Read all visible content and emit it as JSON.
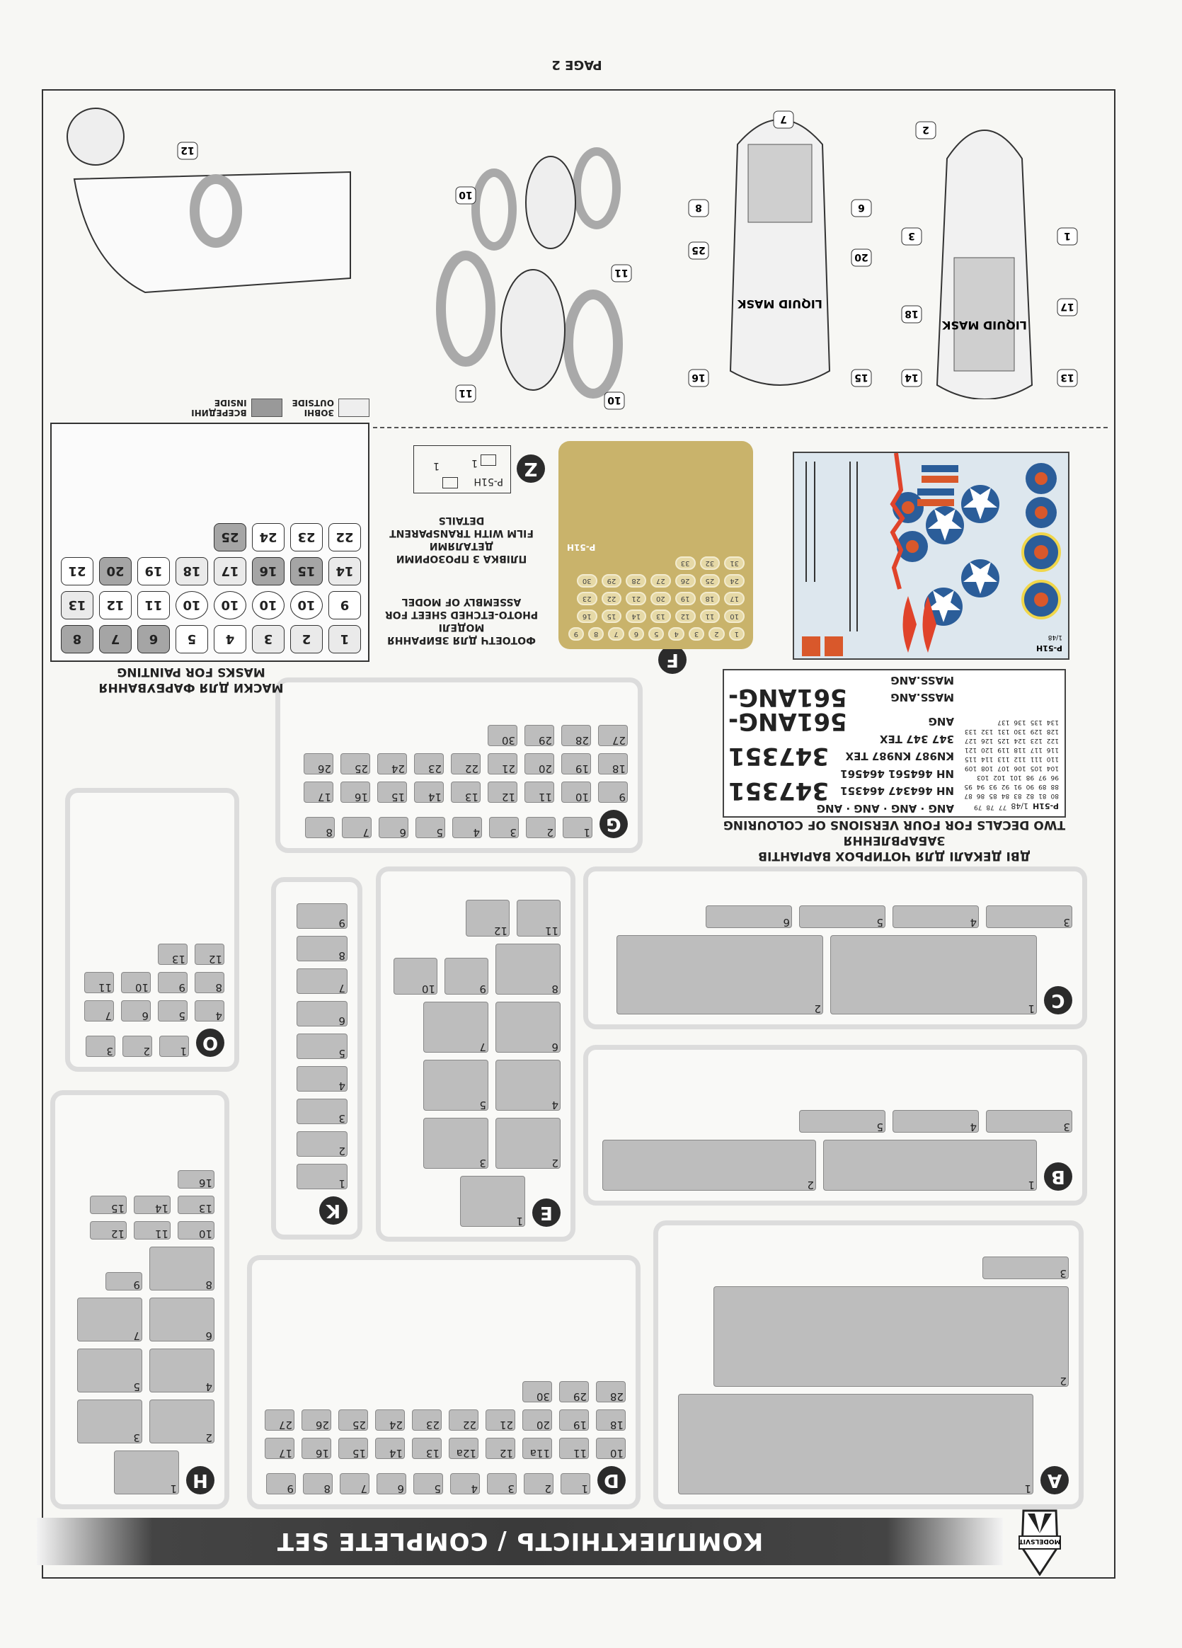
{
  "page": {
    "number_label": "PAGE 2"
  },
  "header": {
    "title": "КОМПЛЕКТНІСТЬ / COMPLETE SET",
    "logo_text": "MODELSVIT"
  },
  "sprues": [
    {
      "letter": "A",
      "parts": [
        "1",
        "2",
        "3"
      ]
    },
    {
      "letter": "D",
      "parts": [
        "1",
        "2",
        "3",
        "4",
        "5",
        "6",
        "7",
        "8",
        "9",
        "10",
        "11",
        "11a",
        "12",
        "12a",
        "13",
        "14",
        "15",
        "16",
        "17",
        "18",
        "19",
        "20",
        "21",
        "22",
        "23",
        "24",
        "25",
        "26",
        "27",
        "28",
        "29",
        "30"
      ]
    },
    {
      "letter": "H",
      "parts": [
        "1",
        "2",
        "3",
        "4",
        "5",
        "6",
        "7",
        "8",
        "9",
        "10",
        "11",
        "12",
        "13",
        "14",
        "15",
        "16"
      ]
    },
    {
      "letter": "B",
      "parts": [
        "1",
        "2",
        "3",
        "4",
        "5"
      ]
    },
    {
      "letter": "E",
      "parts": [
        "1",
        "2",
        "3",
        "4",
        "5",
        "6",
        "7",
        "8",
        "9",
        "10",
        "11",
        "12"
      ]
    },
    {
      "letter": "K",
      "parts": [
        "1",
        "2",
        "3",
        "4",
        "5",
        "6",
        "7",
        "8",
        "9"
      ]
    },
    {
      "letter": "C",
      "parts": [
        "1",
        "2",
        "3",
        "4",
        "5",
        "6"
      ]
    },
    {
      "letter": "O",
      "parts": [
        "1",
        "2",
        "3",
        "4",
        "5",
        "6",
        "7",
        "8",
        "9",
        "10",
        "11",
        "12",
        "13"
      ]
    },
    {
      "letter": "G",
      "parts": [
        "1",
        "2",
        "3",
        "4",
        "5",
        "6",
        "7",
        "8",
        "9",
        "10",
        "11",
        "12",
        "13",
        "14",
        "15",
        "16",
        "17",
        "18",
        "19",
        "20",
        "21",
        "22",
        "23",
        "24",
        "25",
        "26",
        "27",
        "28",
        "29",
        "30"
      ]
    }
  ],
  "decals": {
    "caption_ua": "ДВІ ДЕКАЛІ ДЛЯ ЧОТИРЬОХ ВАРІАНТІВ ЗАБАРВЛЕННЯ",
    "caption_en": "TWO DECALS FOR FOUR VERSIONS OF COLOURING",
    "sheet1": {
      "label": "P-51H",
      "scale": "1/48",
      "rows": [
        {
          "m": "ANG · ANG · ANG · ANG",
          "b": ""
        },
        {
          "m": "NH 464347 464351",
          "b": "347351"
        },
        {
          "m": "NH 464561 464561",
          "b": ""
        },
        {
          "m": "KN987 KN987 TEX",
          "b": "347351"
        },
        {
          "m": "347 347 TEX",
          "b": ""
        },
        {
          "m": "ANG",
          "b": "561ANG-"
        },
        {
          "m": "MASS.ANG",
          "b": "561ANG-"
        },
        {
          "m": "MASS.ANG",
          "b": ""
        }
      ],
      "small_numbers": [
        "77",
        "78",
        "79",
        "80",
        "81",
        "82",
        "83",
        "84",
        "85",
        "86",
        "87",
        "88",
        "89",
        "90",
        "91",
        "92",
        "93",
        "94",
        "95",
        "96",
        "97",
        "98",
        "101",
        "102",
        "103",
        "104",
        "105",
        "106",
        "107",
        "108",
        "109",
        "110",
        "111",
        "112",
        "113",
        "114",
        "115",
        "116",
        "117",
        "118",
        "119",
        "120",
        "121",
        "122",
        "123",
        "124",
        "125",
        "126",
        "127",
        "128",
        "129",
        "130",
        "131",
        "132",
        "133",
        "134",
        "135",
        "136",
        "137"
      ]
    },
    "sheet2": {
      "label": "P-51H",
      "scale": "1/48",
      "colors": {
        "blue": "#2b5d99",
        "orange": "#d9582b",
        "red": "#e0432a",
        "background": "#dde7ee",
        "yellow": "#f0d64a"
      }
    }
  },
  "photo_etch": {
    "letter": "F",
    "label": "P-51H",
    "caption_ua": "ФОТОЕТЧ ДЛЯ ЗБИРАННЯ МОДЕЛІ",
    "caption_en": "PHOTO-ETCHED SHEET FOR ASSEMBLY OF MODEL",
    "parts": [
      "1",
      "2",
      "3",
      "4",
      "5",
      "6",
      "7",
      "8",
      "9",
      "10",
      "11",
      "12",
      "13",
      "14",
      "15",
      "16",
      "17",
      "18",
      "19",
      "20",
      "21",
      "22",
      "23",
      "24",
      "25",
      "26",
      "27",
      "28",
      "29",
      "30",
      "31",
      "32",
      "33"
    ],
    "color": "#c9b36b"
  },
  "film": {
    "letter": "Z",
    "label": "P-51H",
    "parts": [
      "1",
      "1"
    ],
    "caption_ua": "ПЛІВКА З ПРОЗОРИМИ ДЕТАЛЯМИ",
    "caption_en": "FILM WITH TRANSPARENT DETAILS"
  },
  "masks": {
    "caption_ua": "МАСКИ ДЛЯ ФАРБУВАННЯ",
    "caption_en": "MASKS FOR PAINTING",
    "legend": [
      {
        "ua": "ЗОВНІ",
        "en": "OUTSIDE"
      },
      {
        "ua": "ВСЕРЕДИНІ",
        "en": "INSIDE"
      }
    ],
    "parts": [
      "1",
      "2",
      "3",
      "4",
      "5",
      "6",
      "7",
      "8",
      "9",
      "10",
      "10",
      "10",
      "10",
      "11",
      "12",
      "13",
      "14",
      "15",
      "16",
      "17",
      "18",
      "19",
      "20",
      "21",
      "22",
      "23",
      "24",
      "25"
    ]
  },
  "diagrams": {
    "liquid_mask": "LIQUID MASK",
    "canopy1_callouts": [
      "1",
      "2",
      "3",
      "17",
      "18",
      "13",
      "14"
    ],
    "canopy2_callouts": [
      "6",
      "7",
      "8",
      "20",
      "25",
      "15",
      "16"
    ],
    "wheel_callouts": [
      "10",
      "10",
      "11",
      "11"
    ],
    "nose_callouts": [
      "12"
    ]
  }
}
